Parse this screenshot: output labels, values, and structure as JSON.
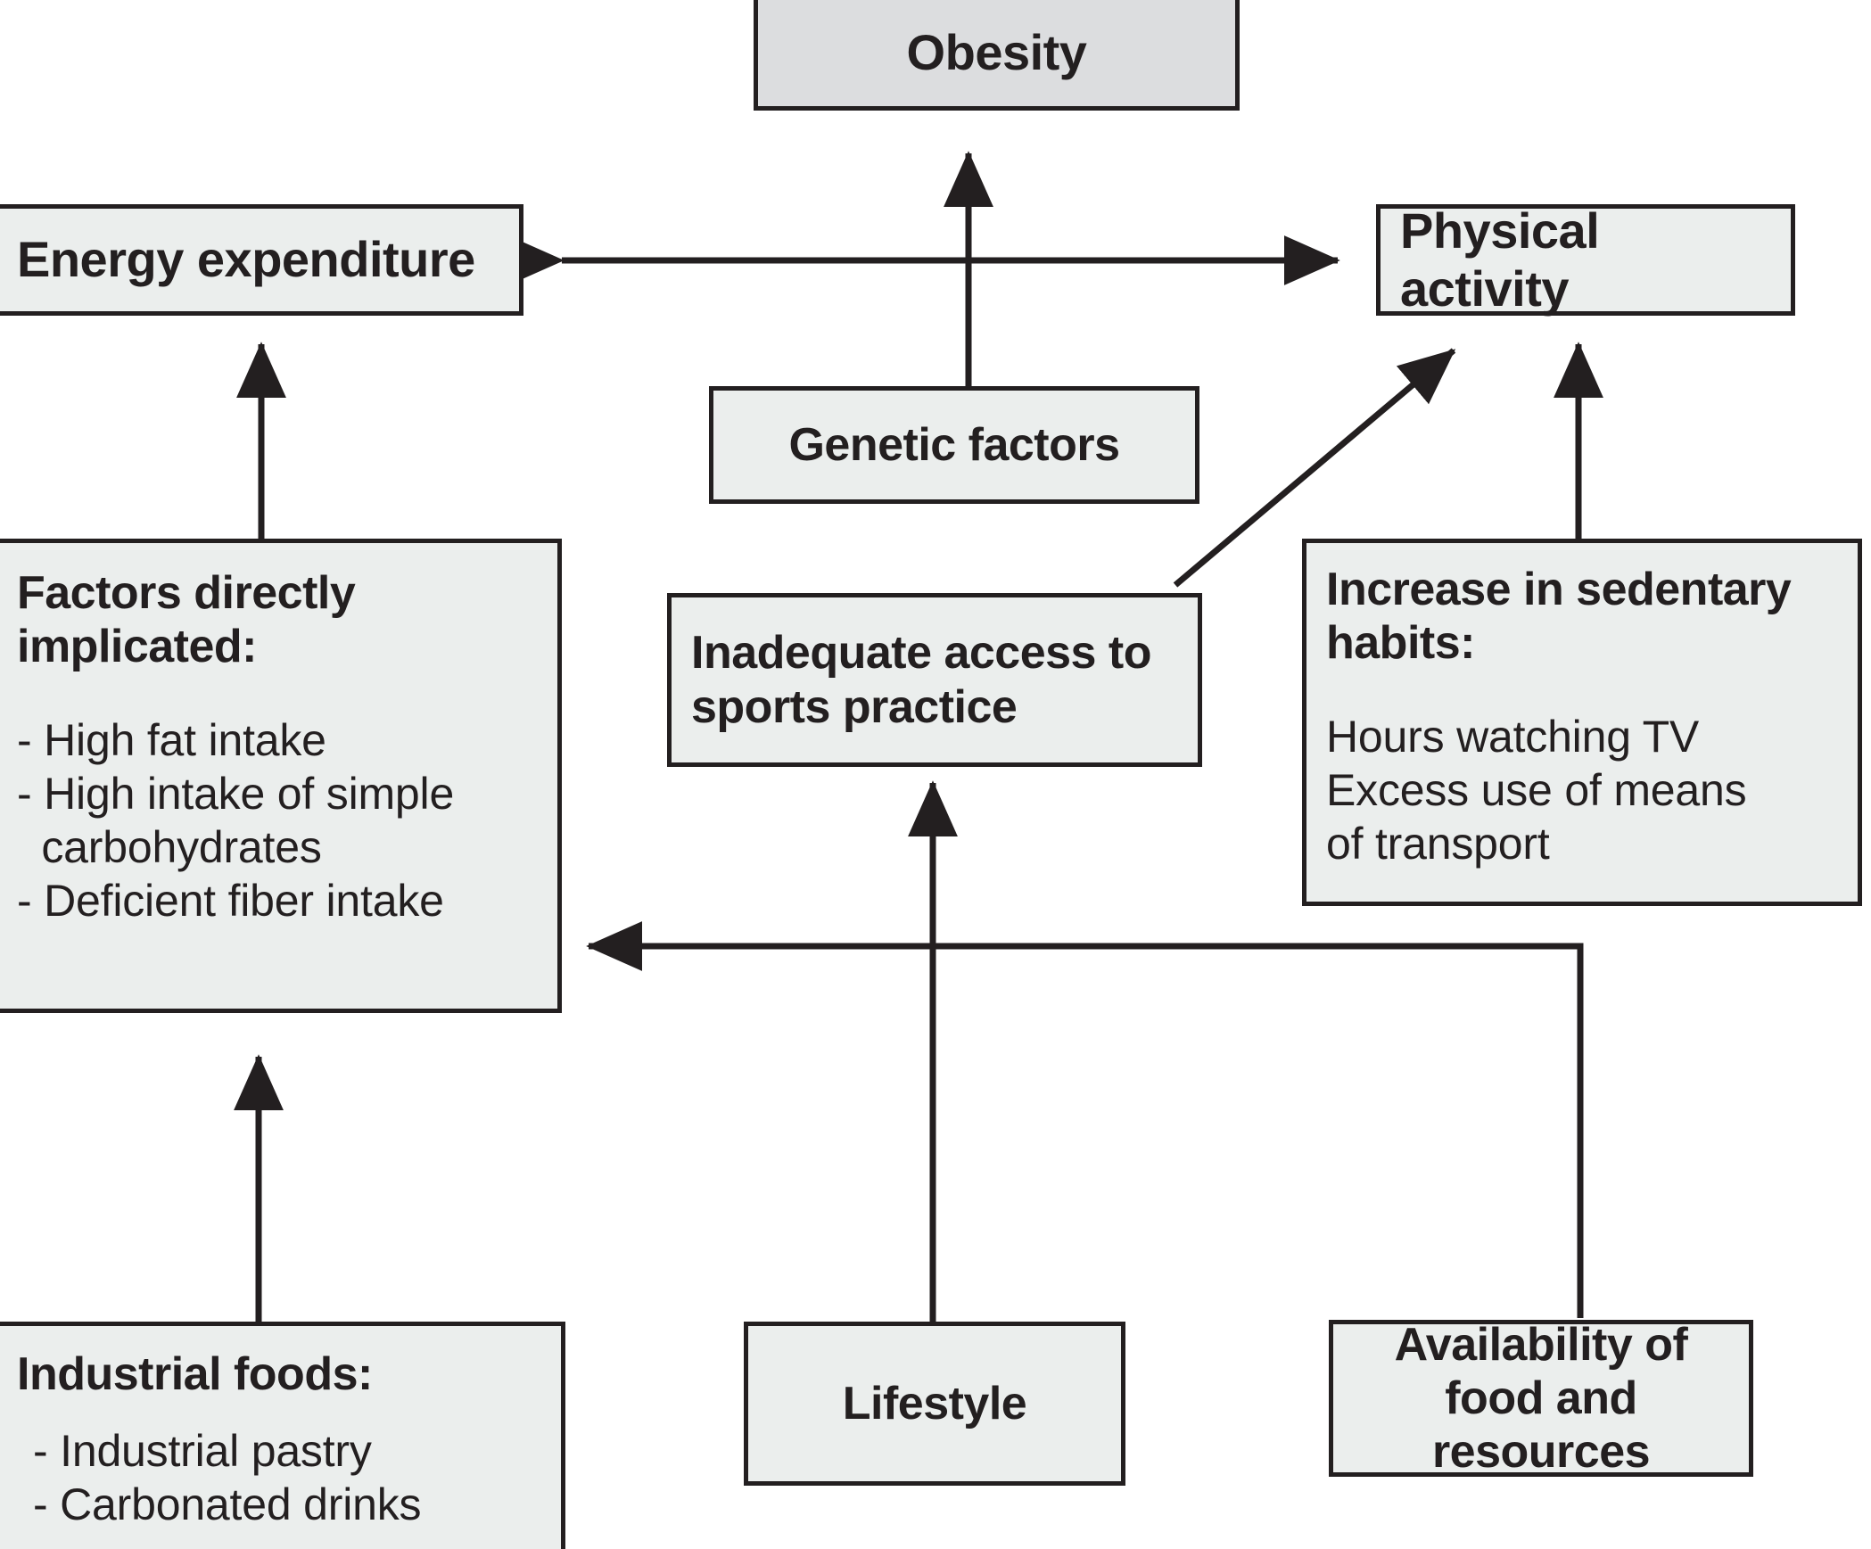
{
  "diagram": {
    "title": "Obesity causal factors flow diagram",
    "colors": {
      "stroke": "#231f20",
      "node_fill": "#ebeeed",
      "accent_fill": "#dcdddf",
      "page_bg": "#ffffff"
    },
    "nodes": {
      "obesity": {
        "label": "Obesity"
      },
      "energy_expenditure": {
        "label": "Energy expenditure"
      },
      "physical_activity": {
        "label": "Physical activity"
      },
      "genetic_factors": {
        "label": "Genetic factors"
      },
      "factors_directly_implicated": {
        "heading": "Factors directly implicated:",
        "items": [
          "- High fat intake",
          "- High intake of simple",
          "  carbohydrates",
          "- Deficient fiber intake"
        ]
      },
      "inadequate_access": {
        "label": "Inadequate access to sports practice"
      },
      "sedentary_habits": {
        "heading": "Increase in sedentary habits:",
        "items": [
          "Hours watching TV",
          "Excess use of means",
          "of transport"
        ]
      },
      "industrial_foods": {
        "heading": "Industrial foods:",
        "items": [
          "- Industrial pastry",
          "- Carbonated drinks"
        ]
      },
      "lifestyle": {
        "label": "Lifestyle"
      },
      "availability": {
        "label": "Availability of food and resources"
      }
    },
    "edges": [
      {
        "name": "genetic-factors-to-obesity",
        "from": "genetic_factors",
        "to": "obesity",
        "style": "arrow-up"
      },
      {
        "name": "energy-expenditure-physical-activity",
        "from": "energy_expenditure",
        "to": "physical_activity",
        "style": "double-arrow-horizontal"
      },
      {
        "name": "factors-to-energy-expenditure",
        "from": "factors_directly_implicated",
        "to": "energy_expenditure",
        "style": "arrow-up"
      },
      {
        "name": "inadequate-access-to-physical-activity",
        "from": "inadequate_access",
        "to": "physical_activity",
        "style": "arrow-diagonal"
      },
      {
        "name": "sedentary-habits-to-physical-activity",
        "from": "sedentary_habits",
        "to": "physical_activity",
        "style": "arrow-up"
      },
      {
        "name": "industrial-foods-to-factors",
        "from": "industrial_foods",
        "to": "factors_directly_implicated",
        "style": "arrow-up"
      },
      {
        "name": "lifestyle-to-inadequate-access",
        "from": "lifestyle",
        "to": "inadequate_access",
        "style": "arrow-up"
      },
      {
        "name": "availability-to-factors",
        "from": "availability",
        "to": "factors_directly_implicated",
        "style": "elbow-arrow-left"
      }
    ]
  }
}
